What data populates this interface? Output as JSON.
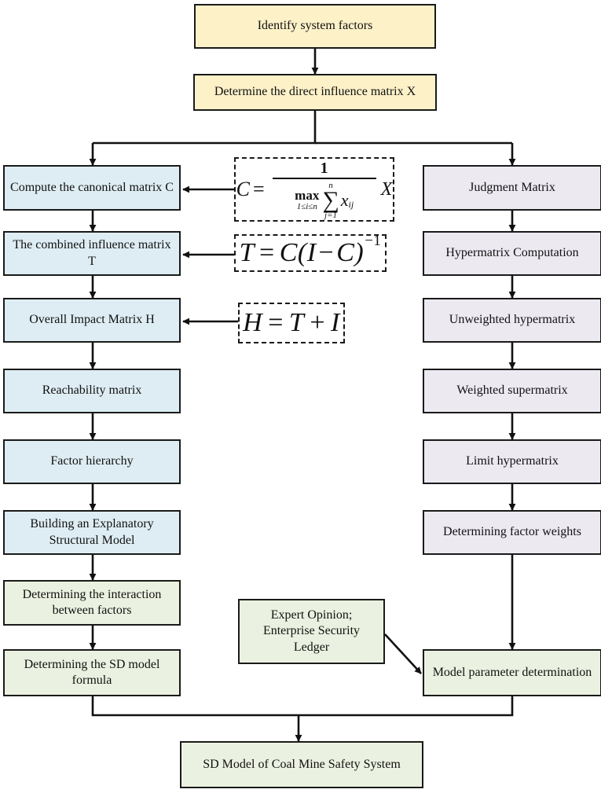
{
  "diagram": {
    "top": {
      "identify": "Identify system factors",
      "direct_matrix": "Determine the direct influence matrix X"
    },
    "left": {
      "canonical": "Compute the canonical matrix C",
      "combined": "The combined influence matrix T",
      "overall": "Overall Impact Matrix H",
      "reachability": "Reachability matrix",
      "hierarchy": "Factor hierarchy",
      "ism": "Building an Explanatory Structural Model",
      "interaction": "Determining the interaction between factors",
      "sd_formula": "Determining the SD model formula"
    },
    "right": {
      "judgment": "Judgment Matrix",
      "hyper_comp": "Hypermatrix Computation",
      "unweighted": "Unweighted hypermatrix",
      "weighted": "Weighted supermatrix",
      "limit": "Limit hypermatrix",
      "factor_weights": "Determining factor weights",
      "param_det": "Model parameter determination"
    },
    "expert": "Expert Opinion; Enterprise Security Ledger",
    "bottom": "SD Model of Coal Mine Safety System",
    "formulas": {
      "f1": {
        "lhs": "C",
        "eq": "=",
        "numerator": "1",
        "max_word": "max",
        "max_range": "1≤i≤n",
        "sum_upper": "n",
        "sum_symbol": "∑",
        "sum_lower": "j=1",
        "summand": "x",
        "summand_sub": "ij",
        "rhs": "X"
      },
      "f2": {
        "lhs": "T",
        "eq": "=",
        "body": "C(I",
        "minus": "−",
        "body2": "C)",
        "exp": "−1"
      },
      "f3": {
        "lhs": "H",
        "eq": "=",
        "a": "T",
        "plus": "+",
        "b": "I"
      }
    },
    "colors": {
      "top_fill": "#fdf1c8",
      "left_fill": "#deedf4",
      "green_fill": "#ebf1e0",
      "right_fill": "#ede9f1",
      "stroke": "#1a1a1a"
    }
  }
}
